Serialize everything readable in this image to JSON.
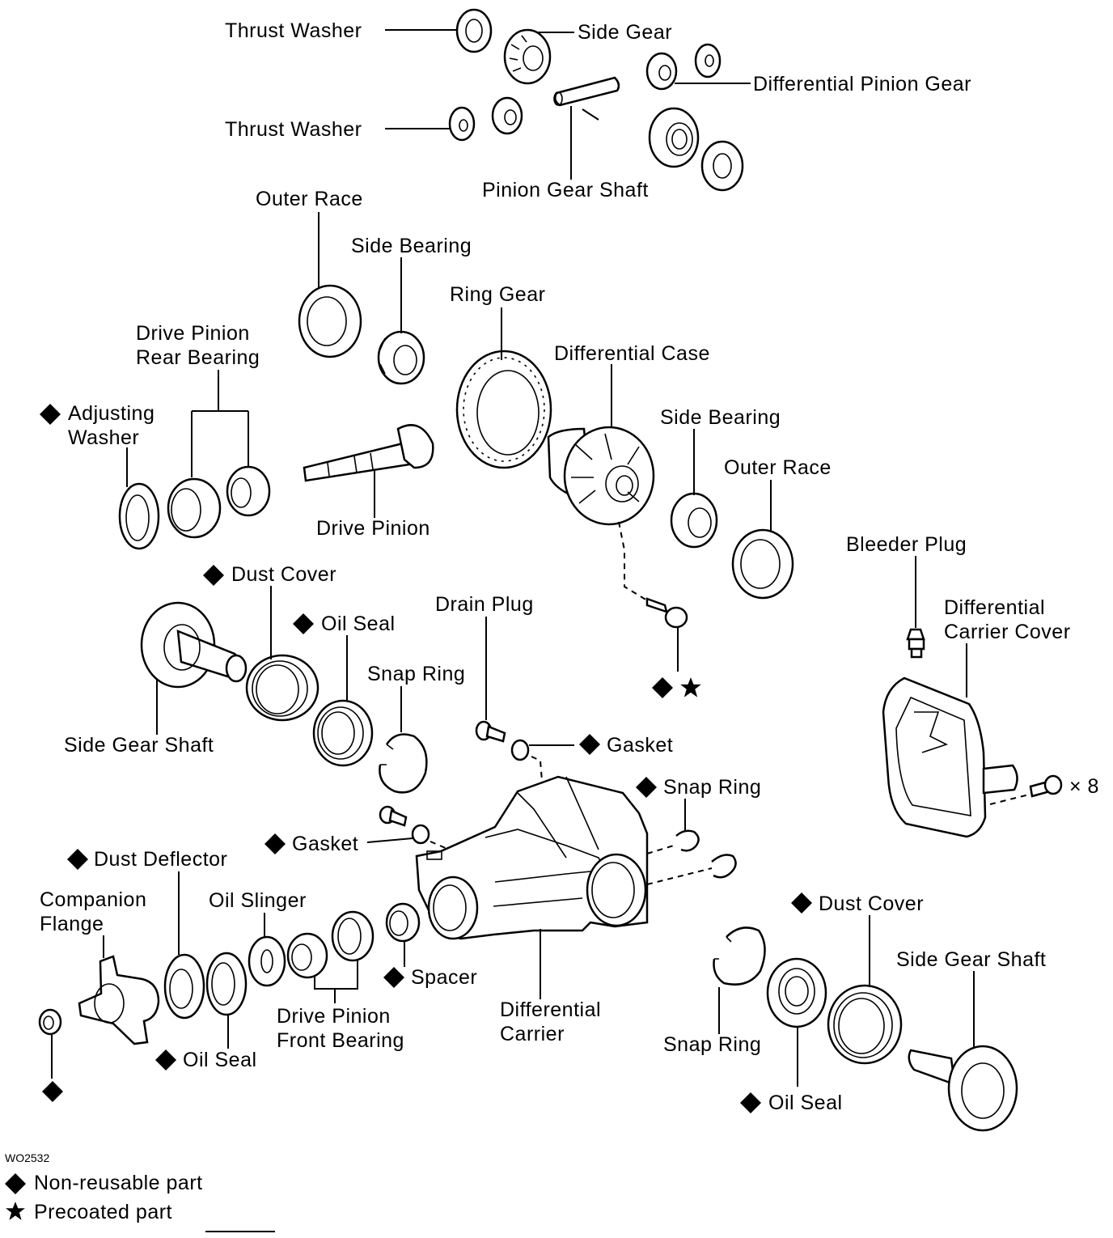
{
  "diagram": {
    "title": "Differential exploded view",
    "figure_code": "WO2532",
    "labels": {
      "thrust_washer_top": "Thrust Washer",
      "side_gear": "Side Gear",
      "differential_pinion_gear": "Differential Pinion Gear",
      "thrust_washer_bottom": "Thrust Washer",
      "pinion_gear_shaft": "Pinion Gear Shaft",
      "outer_race_left": "Outer Race",
      "side_bearing_left": "Side Bearing",
      "ring_gear": "Ring Gear",
      "drive_pinion_rear_bearing_1": "Drive Pinion",
      "drive_pinion_rear_bearing_2": "Rear Bearing",
      "differential_case": "Differential Case",
      "adjusting_washer_1": "Adjusting",
      "adjusting_washer_2": "Washer",
      "side_bearing_right": "Side Bearing",
      "outer_race_right": "Outer Race",
      "drive_pinion": "Drive Pinion",
      "bleeder_plug": "Bleeder Plug",
      "dust_cover_left": "Dust Cover",
      "differential_carrier_cover_1": "Differential",
      "differential_carrier_cover_2": "Carrier Cover",
      "oil_seal_left": "Oil Seal",
      "drain_plug": "Drain Plug",
      "snap_ring_left": "Snap Ring",
      "side_gear_shaft_left": "Side Gear Shaft",
      "gasket_drain": "Gasket",
      "snap_ring_right_top": "Snap Ring",
      "bolt_count": "× 8",
      "gasket_filler": "Gasket",
      "dust_deflector": "Dust Deflector",
      "companion_flange_1": "Companion",
      "companion_flange_2": "Flange",
      "oil_slinger": "Oil Slinger",
      "dust_cover_right": "Dust Cover",
      "spacer": "Spacer",
      "differential_carrier_1": "Differential",
      "differential_carrier_2": "Carrier",
      "drive_pinion_front_bearing_1": "Drive Pinion",
      "drive_pinion_front_bearing_2": "Front Bearing",
      "side_gear_shaft_right": "Side Gear Shaft",
      "snap_ring_right_bottom": "Snap Ring",
      "oil_seal_front": "Oil Seal",
      "oil_seal_right": "Oil Seal"
    },
    "legend": {
      "non_reusable": "Non-reusable part",
      "precoated": "Precoated part"
    },
    "symbols": {
      "non_reusable": "diamond",
      "precoated": "star"
    },
    "colors": {
      "ink": "#000000",
      "paper": "#ffffff"
    }
  }
}
